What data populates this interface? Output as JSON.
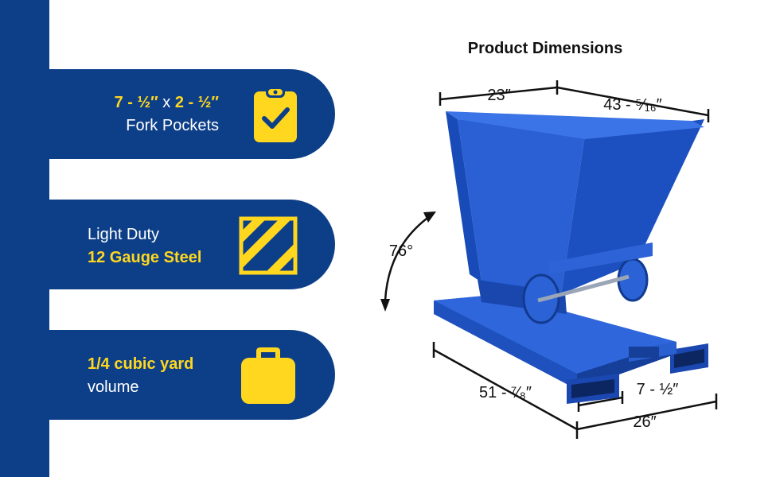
{
  "features": [
    {
      "highlight": "7 - ½″",
      "connector": " x ",
      "highlight2": "2 - ½″",
      "text": "Fork Pockets",
      "icon": "clipboard-check-icon"
    },
    {
      "text": "Light Duty",
      "highlight": "12 Gauge Steel",
      "icon": "striped-square-icon"
    },
    {
      "highlight": "1/4 cubic yard",
      "text": "volume",
      "icon": "container-box-icon"
    }
  ],
  "product": {
    "title": "Product Dimensions",
    "dimensions": {
      "top_width": "23″",
      "top_depth": "43 - ⁵⁄₁₆″",
      "tilt_angle": "76°",
      "base_length": "51 - ⁷⁄₈″",
      "pocket_width": "7 - ½″",
      "base_width": "26″"
    }
  },
  "colors": {
    "navy": "#0d3f88",
    "yellow": "#ffd71f",
    "hopper_blue": "#1f55c8"
  }
}
